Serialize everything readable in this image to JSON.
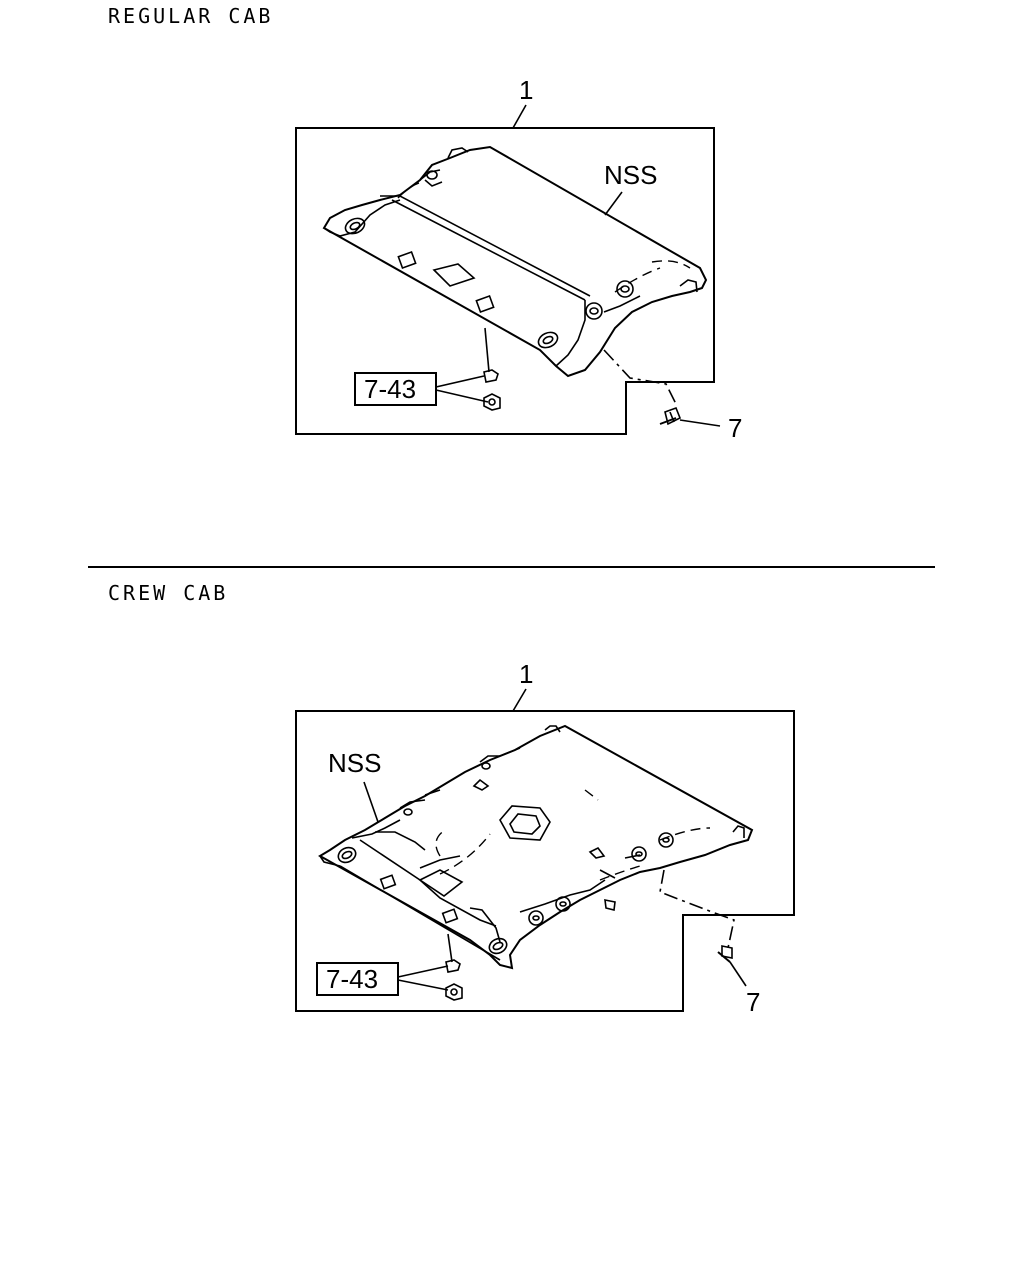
{
  "sections": [
    {
      "title": "REGULAR CAB",
      "part_callout": "1",
      "variant_label": "NSS",
      "ref_box": "7-43",
      "fastener_callout": "7"
    },
    {
      "title": "CREW CAB",
      "part_callout": "1",
      "variant_label": "NSS",
      "ref_box": "7-43",
      "fastener_callout": "7"
    }
  ]
}
